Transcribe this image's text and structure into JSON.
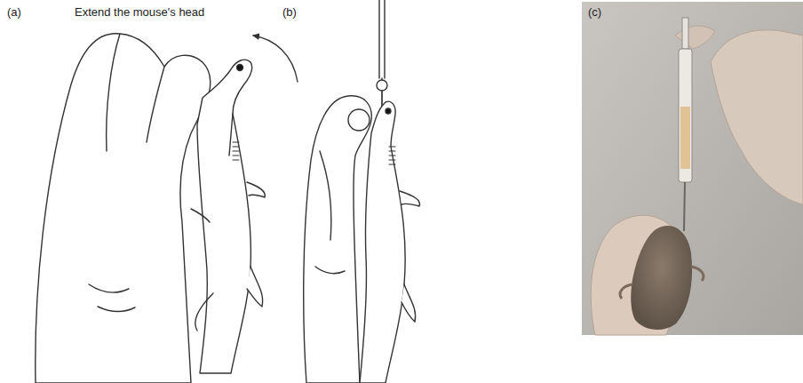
{
  "diagram": {
    "labels": [
      "(a)",
      "Extend the mouse's head",
      "(b)",
      "(c)"
    ]
  }
}
